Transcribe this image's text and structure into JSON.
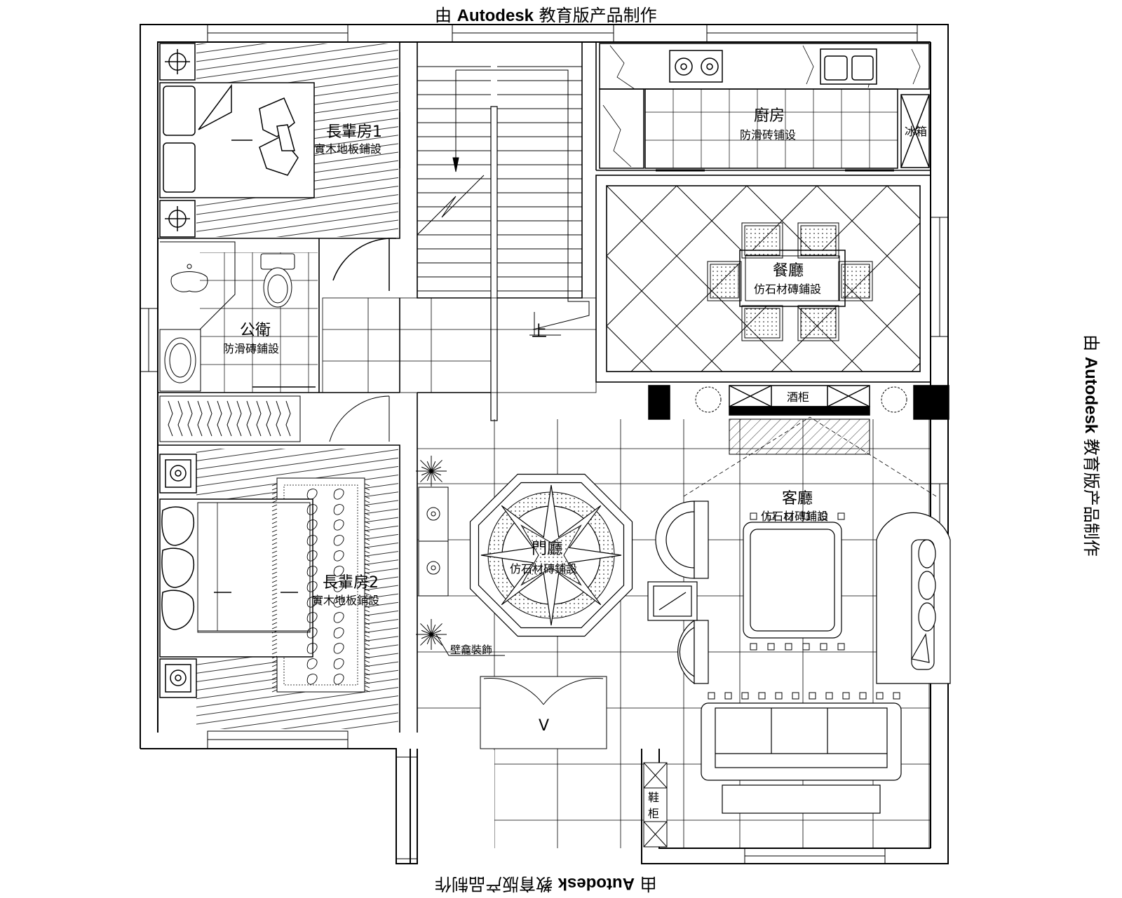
{
  "watermark": {
    "prefix": "由 ",
    "brand": "Autodesk",
    "suffix": " 教育版产品制作"
  },
  "rooms": {
    "bedroom1": {
      "name": "長輩房1",
      "floor": "實木地板鋪設"
    },
    "kitchen": {
      "name": "廚房",
      "floor": "防滑砖铺设",
      "fridge": "冰箱"
    },
    "dining": {
      "name": "餐廳",
      "floor": "仿石材磚鋪設"
    },
    "bathroom": {
      "name": "公衛",
      "floor": "防滑磚鋪設"
    },
    "living": {
      "name": "客廳",
      "floor": "仿石材磚鋪設"
    },
    "foyer": {
      "name": "門廳",
      "floor": "仿石材磚鋪設"
    },
    "bedroom2": {
      "name": "長輩房2",
      "floor": "實木地板鋪設"
    }
  },
  "labels": {
    "wine_cabinet": "酒柜",
    "shoe_cabinet_1": "鞋",
    "shoe_cabinet_2": "柜",
    "niche_decor": "壁龕裝飾",
    "stair_up": "上",
    "entry_marker": "V"
  }
}
